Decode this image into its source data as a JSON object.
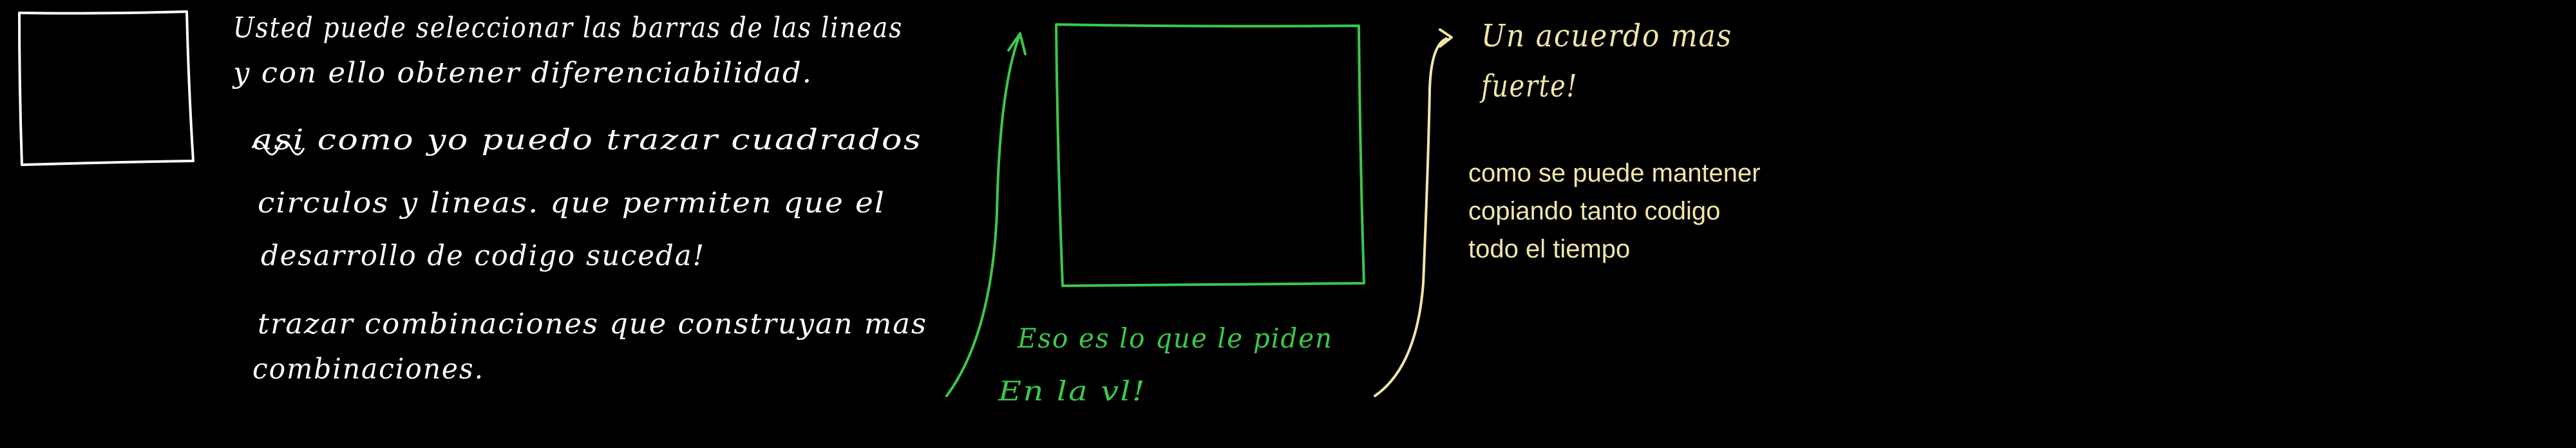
{
  "canvas": {
    "background": "#000000",
    "ink_colors": {
      "white": "#ffffff",
      "green": "#3cc84a",
      "yellow": "#f2e6a8"
    }
  },
  "white_notes": [
    "Usted puede seleccionar las barras de las lineas",
    "y con ello obtener diferenciabilidad.",
    "asi como yo puedo trazar cuadrados",
    "circulos y lineas. que permiten que el",
    "desarrollo de codigo suceda!",
    "trazar combinaciones que construyan mas",
    "combinaciones."
  ],
  "green_note": [
    "Eso es lo que le piden",
    "En la vl!"
  ],
  "yellow_handwritten": [
    "Un acuerdo mas",
    "fuerte!"
  ],
  "typed_text": {
    "color": "#f2e6a8",
    "lines": [
      "como se puede mantener",
      "copiando tanto codigo",
      "todo el tiempo"
    ]
  }
}
